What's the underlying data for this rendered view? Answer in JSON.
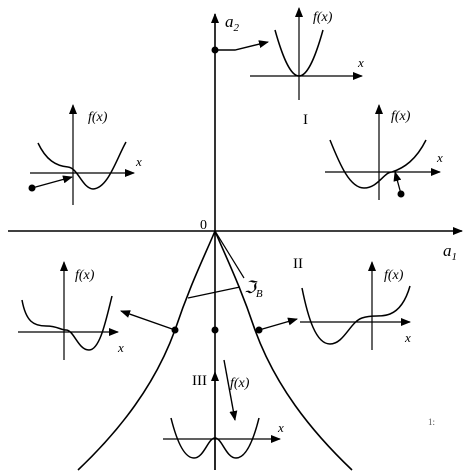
{
  "axes": {
    "horizontal_label_main": "a",
    "horizontal_label_sub": "1",
    "vertical_label_main": "a",
    "vertical_label_sub": "2",
    "origin_label": "0"
  },
  "regions": {
    "region_1": "I",
    "region_2": "II",
    "region_3": "III"
  },
  "bifurcation_set": {
    "label_main": "ℑ",
    "label_sub": "B"
  },
  "insets": {
    "f_label": "f(x)",
    "x_label": "x"
  },
  "corner_mark": "1:"
}
